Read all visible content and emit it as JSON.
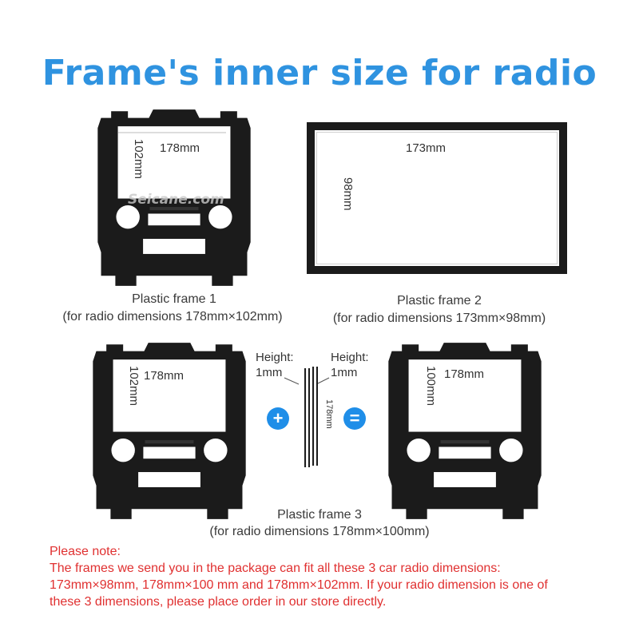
{
  "title": "Frame's inner size for radio",
  "watermark": "Seicane.com",
  "frame1": {
    "width_label": "178mm",
    "height_label": "102mm",
    "caption_line1": "Plastic frame 1",
    "caption_line2": "(for radio dimensions 178mm×102mm)"
  },
  "frame2": {
    "width_label": "173mm",
    "height_label": "98mm",
    "caption_line1": "Plastic frame 2",
    "caption_line2": "(for radio dimensions 173mm×98mm)"
  },
  "frame3_left": {
    "width_label": "178mm",
    "height_label": "102mm"
  },
  "spacer": {
    "left_label_line1": "Height:",
    "left_label_line2": "1mm",
    "right_label_line1": "Height:",
    "right_label_line2": "1mm",
    "length_label": "178mm"
  },
  "frame3_result": {
    "width_label": "178mm",
    "height_label": "100mm",
    "caption_line1": "Plastic frame 3",
    "caption_line2": "(for radio dimensions 178mm×100mm)"
  },
  "plus_symbol": "+",
  "equals_symbol": "=",
  "note": {
    "heading": "Please note:",
    "line1": "The frames we send you in the package can fit all these 3 car radio dimensions:",
    "line2": "173mm×98mm,  178mm×100 mm and  178mm×102mm. If your radio dimension is one of",
    "line3": "these 3 dimensions, please place order in our store directly."
  },
  "colors": {
    "title": "#2f93e0",
    "note": "#e03030",
    "frame": "#1a1a1a",
    "button": "#1f8ee8"
  }
}
